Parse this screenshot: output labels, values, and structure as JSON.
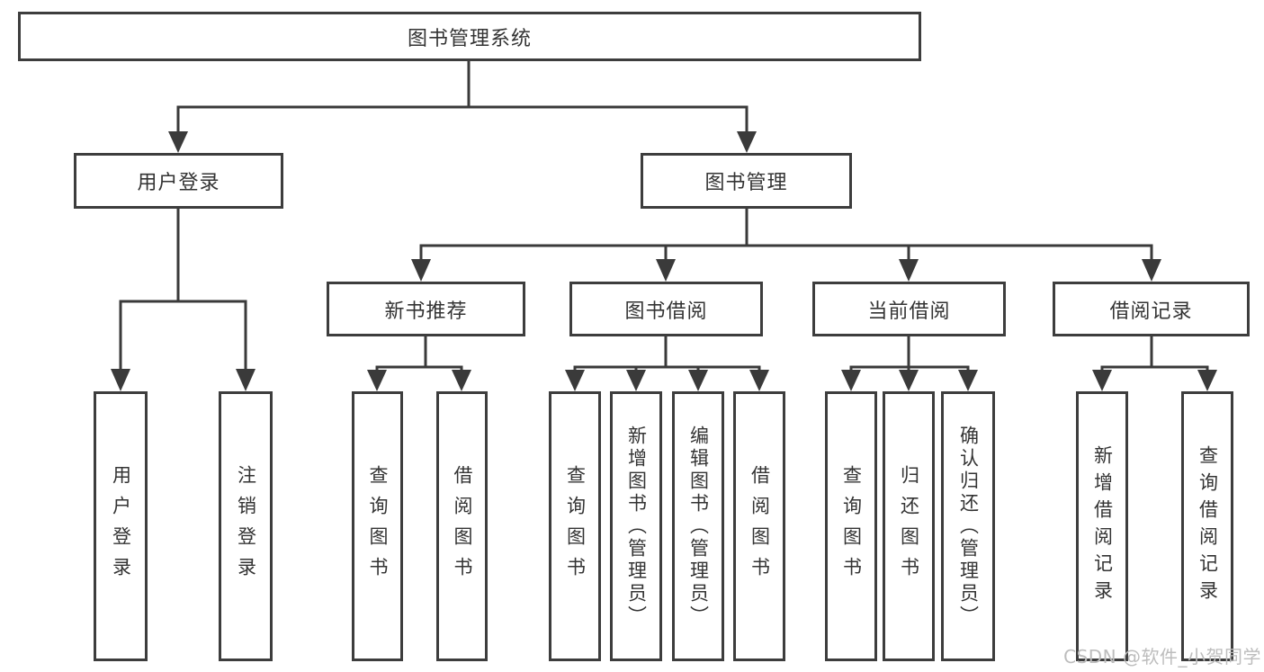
{
  "diagram": {
    "root": {
      "label": "图书管理系统"
    },
    "groups": [
      {
        "label": "用户登录",
        "children": [
          "用户登录",
          "注销登录"
        ]
      },
      {
        "label": "图书管理",
        "sections": [
          {
            "label": "新书推荐",
            "children": [
              "查询图书",
              "借阅图书"
            ]
          },
          {
            "label": "图书借阅",
            "children": [
              "查询图书",
              "新增图书（管理员）",
              "编辑图书（管理员）",
              "借阅图书"
            ]
          },
          {
            "label": "当前借阅",
            "children": [
              "查询图书",
              "归还图书",
              "确认归还（管理员）"
            ]
          },
          {
            "label": "借阅记录",
            "children": [
              "新增借阅记录",
              "查询借阅记录"
            ]
          }
        ]
      }
    ]
  },
  "watermark": {
    "text": "CSDN @软件_小贺同学"
  },
  "colors": {
    "line": "#3a3a3a",
    "text": "#333333",
    "background": "#ffffff",
    "watermark": "#bdbdbd"
  }
}
